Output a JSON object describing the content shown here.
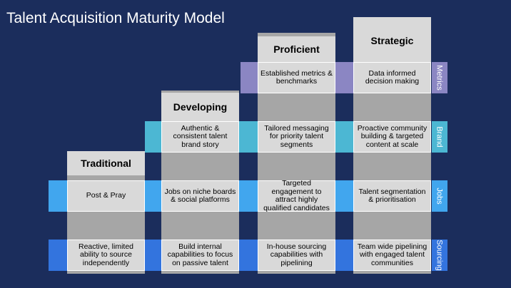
{
  "title": "Talent Acquisition Maturity Model",
  "levels": [
    "Traditional",
    "Developing",
    "Proficient",
    "Strategic"
  ],
  "rows": {
    "metrics": {
      "label": "Metrics",
      "color": "#8b86c3",
      "cells": [
        "",
        "",
        "Established metrics & benchmarks",
        "Data informed decision making"
      ]
    },
    "brand": {
      "label": "Brand",
      "color": "#4cb7d3",
      "cells": [
        "",
        "Authentic & consistent talent brand story",
        "Tailored messaging for priority talent segments",
        "Proactive community building & targeted content at scale"
      ]
    },
    "jobs": {
      "label": "Jobs",
      "color": "#41a6ee",
      "cells": [
        "Post & Pray",
        "Jobs on niche boards & social platforms",
        "Targeted engagement to attract highly qualified candidates",
        "Talent segmentation & prioritisation"
      ]
    },
    "sourcing": {
      "label": "Sourcing",
      "color": "#3374de",
      "cells": [
        "Reactive, limited ability to source independently",
        "Build internal capabilities to focus on passive talent",
        "In-house sourcing capabilities with pipelining",
        "Team wide pipelining with engaged talent communities"
      ]
    }
  }
}
